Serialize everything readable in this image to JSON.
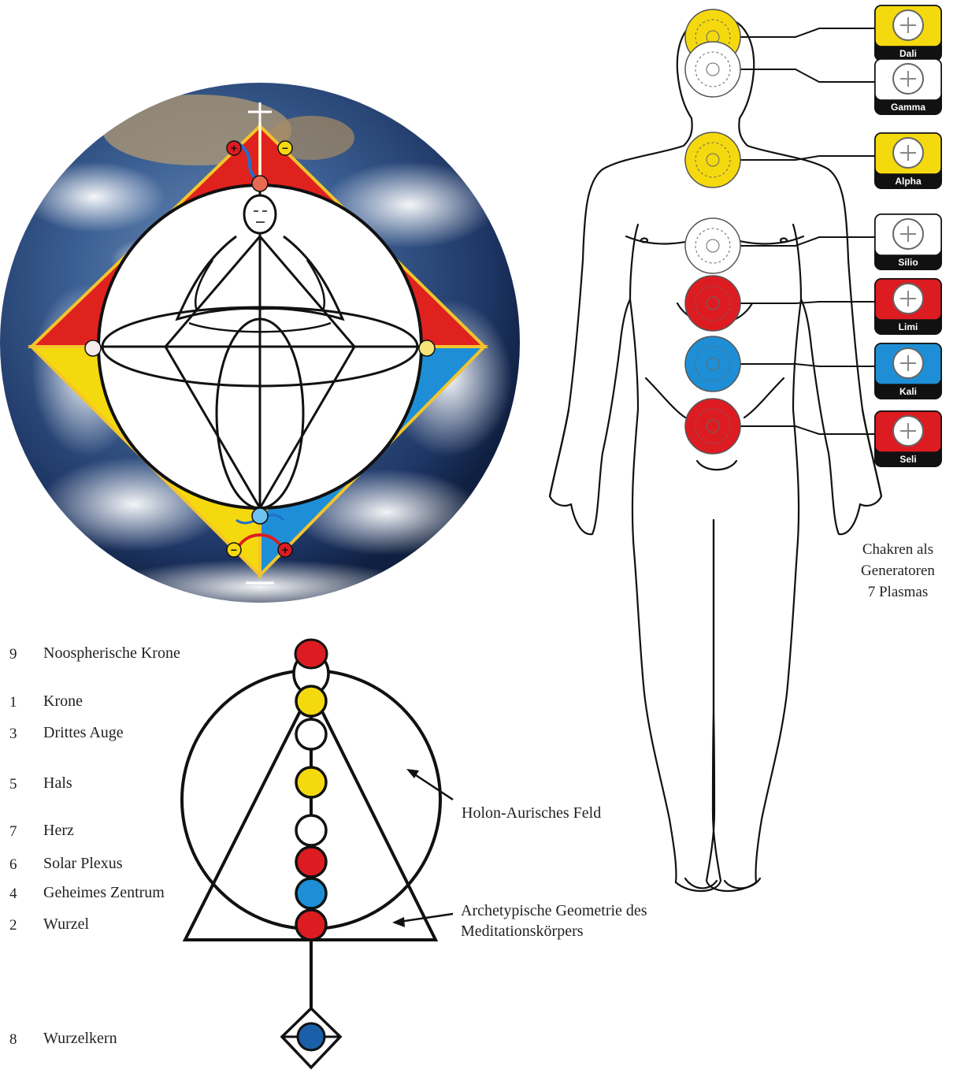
{
  "colors": {
    "yellow": "#f5d90f",
    "white": "#ffffff",
    "red": "#dd1c22",
    "blue": "#1e8fd6",
    "dark_blue": "#1b5fa8",
    "earth_ocean": "#24406e"
  },
  "chakra_list": [
    {
      "number": "9",
      "name": "Noospherische Krone",
      "color": "red"
    },
    {
      "number": "1",
      "name": "Krone",
      "color": "yellow"
    },
    {
      "number": "3",
      "name": "Drittes Auge",
      "color": "white"
    },
    {
      "number": "5",
      "name": "Hals",
      "color": "yellow"
    },
    {
      "number": "7",
      "name": "Herz",
      "color": "white"
    },
    {
      "number": "6",
      "name": "Solar Plexus",
      "color": "red"
    },
    {
      "number": "4",
      "name": "Geheimes Zentrum",
      "color": "blue"
    },
    {
      "number": "2",
      "name": "Wurzel",
      "color": "red"
    },
    {
      "number": "8",
      "name": "Wurzelkern",
      "color": "dark_blue"
    }
  ],
  "annotations": {
    "holon_field": "Holon-Aurisches Feld",
    "archetypal_line1": "Archetypische Geometrie des",
    "archetypal_line2": "Meditationskörpers"
  },
  "plasmas": [
    {
      "name": "Dali",
      "color": "yellow"
    },
    {
      "name": "Gamma",
      "color": "white"
    },
    {
      "name": "Alpha",
      "color": "yellow"
    },
    {
      "name": "Silio",
      "color": "white"
    },
    {
      "name": "Limi",
      "color": "red"
    },
    {
      "name": "Kali",
      "color": "blue"
    },
    {
      "name": "Seli",
      "color": "red"
    }
  ],
  "caption": {
    "line1": "Chakren als",
    "line2": "Generatoren",
    "line3": "7 Plasmas"
  },
  "polarity": {
    "plus": "+",
    "minus": "−"
  }
}
